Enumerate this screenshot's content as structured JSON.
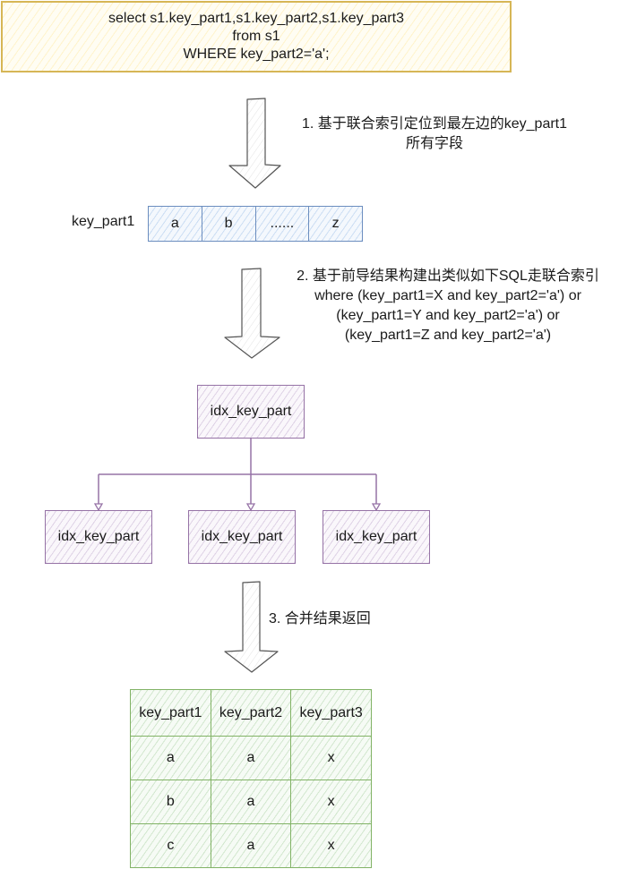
{
  "sql_box": {
    "lines": [
      "select s1.key_part1,s1.key_part2,s1.key_part3",
      "from s1",
      "WHERE  key_part2='a';"
    ]
  },
  "step1": {
    "lines": [
      "1. 基于联合索引定位到最左边的key_part1",
      "所有字段"
    ]
  },
  "key_part_row": {
    "label": "key_part1",
    "cells": [
      "a",
      "b",
      "......",
      "z"
    ]
  },
  "step2": {
    "lines": [
      "2. 基于前导结果构建出类似如下SQL走联合索引",
      "where (key_part1=X and key_part2='a') or",
      "(key_part1=Y and key_part2='a') or",
      "(key_part1=Z and key_part2='a')"
    ]
  },
  "index_tree": {
    "root": "idx_key_part",
    "children": [
      "idx_key_part",
      "idx_key_part",
      "idx_key_part"
    ]
  },
  "step3": {
    "lines": [
      "3. 合并结果返回"
    ]
  },
  "result_table": {
    "headers": [
      "key_part1",
      "key_part2",
      "key_part3"
    ],
    "rows": [
      [
        "a",
        "a",
        "x"
      ],
      [
        "b",
        "a",
        "x"
      ],
      [
        "c",
        "a",
        "x"
      ]
    ]
  },
  "colors": {
    "sql_border": "#d6b656",
    "key_row_border": "#6c8ebf",
    "index_border": "#9673a6",
    "table_border": "#82b366",
    "arrow_stroke": "#555555"
  }
}
